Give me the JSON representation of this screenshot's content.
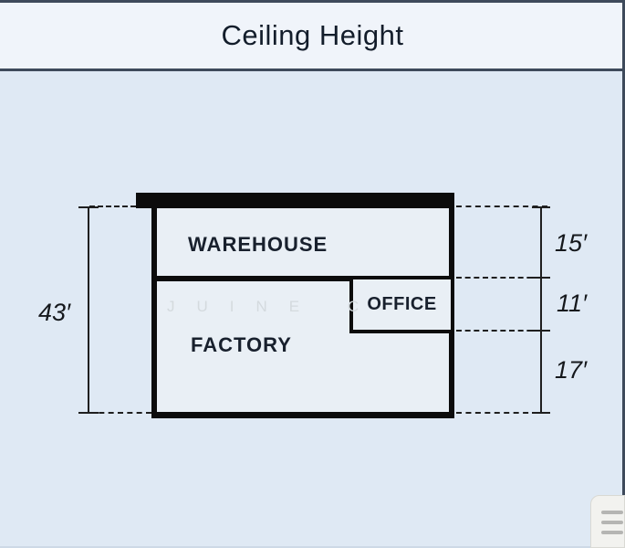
{
  "header": {
    "title": "Ceiling Height"
  },
  "diagram": {
    "total_height": "43′",
    "sections": [
      {
        "name": "WAREHOUSE",
        "height": "15′"
      },
      {
        "name": "OFFICE",
        "height": "11′"
      },
      {
        "name": "FACTORY",
        "height": "17′"
      }
    ],
    "watermark": "JUINE C"
  },
  "icons": {
    "bottom_right": "grip-icon"
  },
  "colors": {
    "page_background": "#dfe9f4",
    "header_background": "#f0f4fa",
    "frame_border": "#3e4a5b",
    "diagram_ink": "#0c0c0c",
    "box_fill": "#e9eff5",
    "watermark": "#d4dade"
  }
}
